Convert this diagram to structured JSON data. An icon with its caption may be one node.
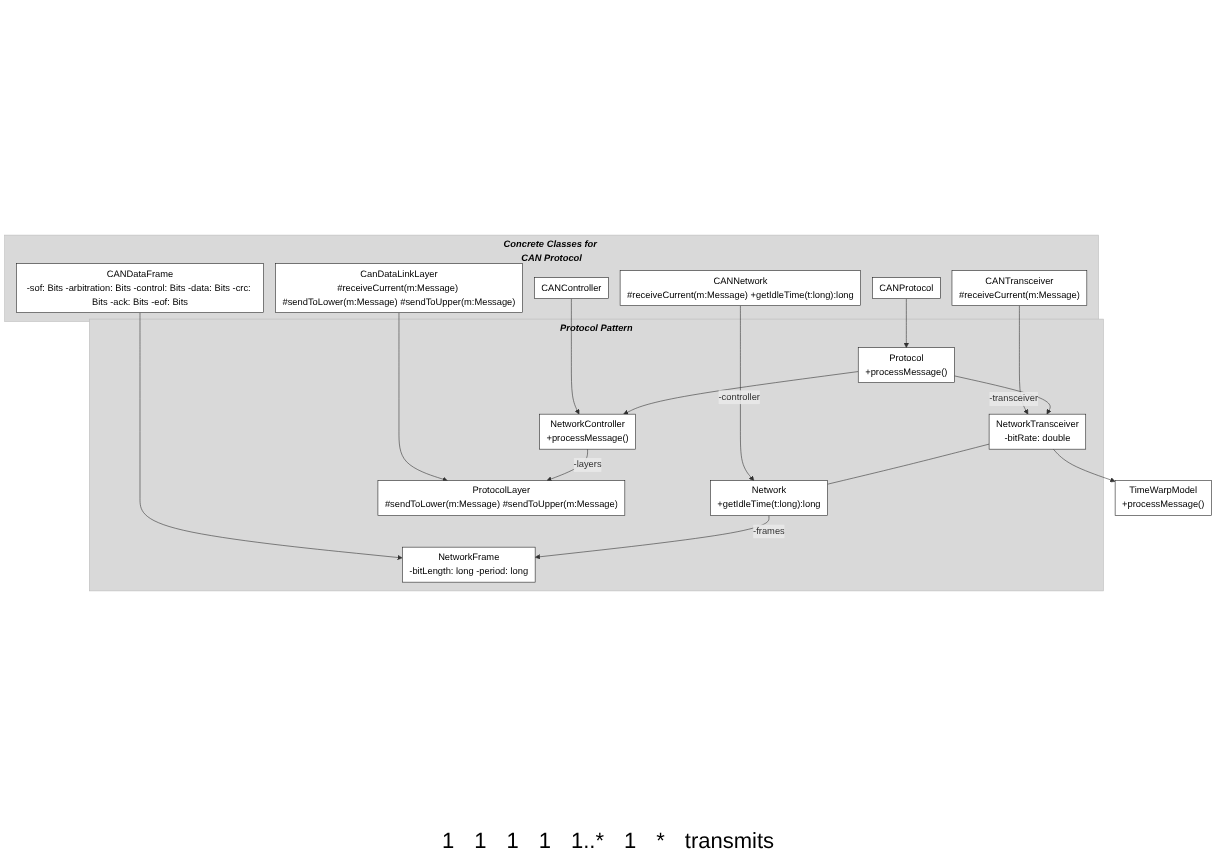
{
  "diagram": {
    "nodes": [
      {
        "text": [
          "Protocol Pattern"
        ]
      },
      {
        "text": [
          "Protocol",
          "+processMessage()"
        ],
        "in": 0
      },
      {
        "text": [
          "TimeWarpModel",
          "+processMessage()"
        ]
      },
      {
        "text": [
          "Network",
          "+getIdleTime(t:long):long"
        ],
        "in": 0
      },
      {
        "text": [
          "NetworkController",
          "+processMessage()"
        ],
        "in": 0
      },
      {
        "text": [
          "NetworkTransceiver",
          "-bitRate: double"
        ],
        "in": 0
      },
      {
        "text": [
          "NetworkFrame",
          "-bitLength: long -period: long"
        ],
        "in": 0
      },
      {
        "text": [
          "ProtocolLayer",
          "#sendToLower(m:Message) #sendToUpper(m:Message)"
        ],
        "in": 0
      },
      {
        "text": [
          "Concrete Classes for CAN Protocol"
        ]
      },
      {
        "text": [
          "CANDataFrame",
          "-sof: Bits -arbitration: Bits -control: Bits -data: Bits -crc: Bits -ack: Bits -eof: Bits"
        ],
        "in": 8
      },
      {
        "text": [
          "CANTransceiver",
          "#receiveCurrent(m:Message)"
        ],
        "in": 8
      },
      {
        "text": [
          "CanDataLinkLayer",
          "#receiveCurrent(m:Message) #sendToLower(m:Message) #sendToUpper(m:Message)"
        ],
        "in": 8
      },
      {
        "text": [
          "CANController"
        ],
        "in": 8
      },
      {
        "text": [
          "CANNetwork",
          "#receiveCurrent(m:Message) +getIdleTime(t:long):long"
        ],
        "in": 8
      },
      {
        "text": [
          "CANProtocol"
        ],
        "in": 8
      }
    ],
    "edges": [
      {
        "from": 1,
        "to": 4,
        "arrow": "to",
        "label": "-controller"
      },
      {
        "from": 1,
        "to": 5,
        "arrow": "to",
        "label": "-transceiver"
      },
      {
        "from": 4,
        "to": 7,
        "arrow": "to",
        "label": "-layers"
      },
      {
        "from": 3,
        "to": 6,
        "arrow": "to",
        "label": "-frames"
      },
      {
        "from": 5,
        "to": 3,
        "arrow": "none"
      },
      {
        "from": 5,
        "to": 2,
        "arrow": "to"
      },
      {
        "from": 9,
        "to": 6,
        "arrow": "to"
      },
      {
        "from": 11,
        "to": 7,
        "arrow": "to"
      },
      {
        "from": 10,
        "to": 5,
        "arrow": "to"
      },
      {
        "from": 12,
        "to": 4,
        "arrow": "to"
      },
      {
        "from": 13,
        "to": 3,
        "arrow": "to"
      },
      {
        "from": 14,
        "to": 1,
        "arrow": "to"
      }
    ],
    "labels": [
      "1",
      "1",
      "1",
      "1",
      "1..*",
      "1",
      "*",
      "transmits"
    ]
  }
}
